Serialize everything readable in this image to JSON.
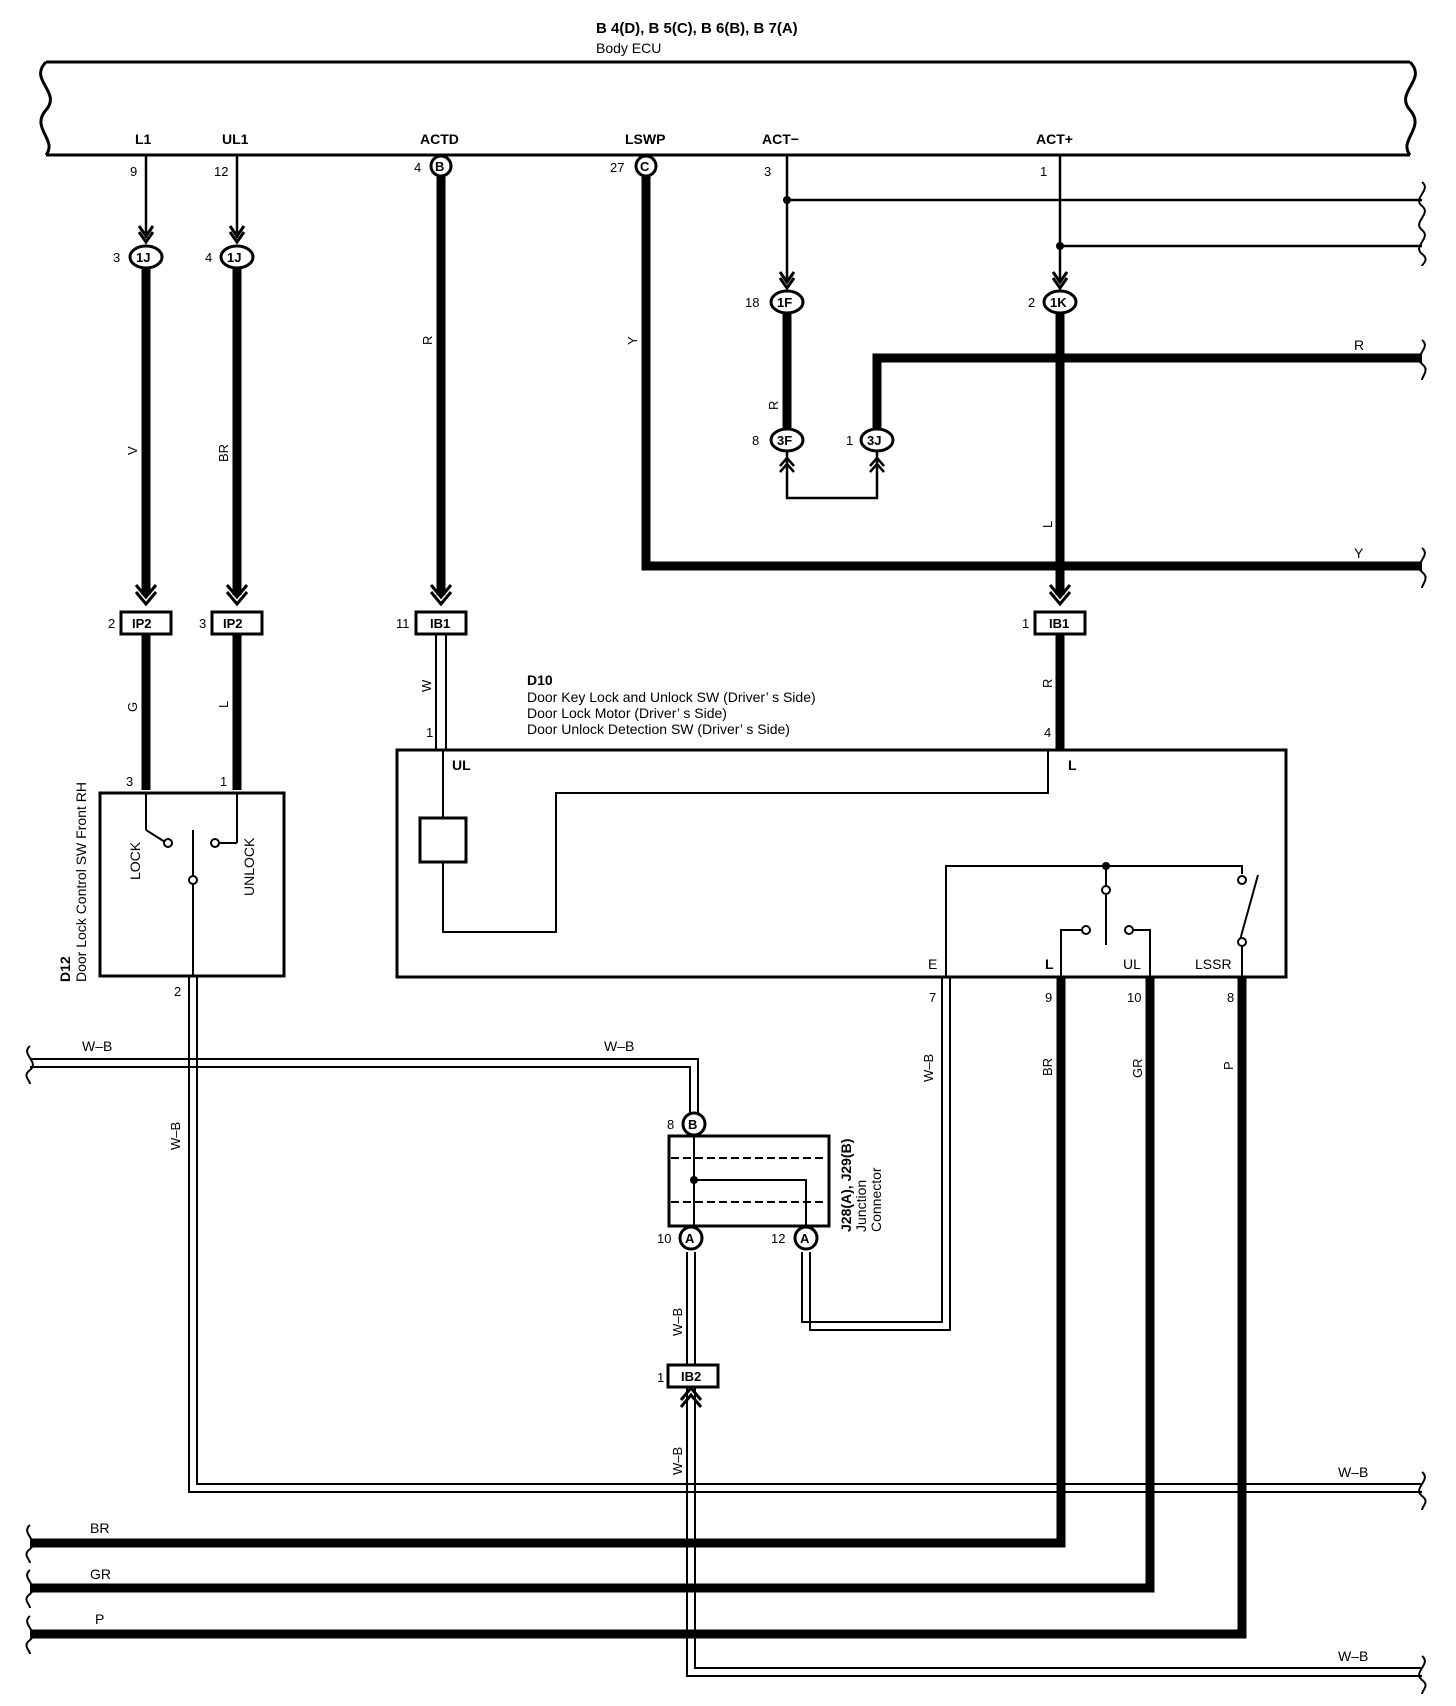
{
  "header": {
    "connector_codes": "B 4(D), B 5(C), B 6(B), B 7(A)",
    "component": "Body ECU"
  },
  "ecu_terminals": [
    {
      "name": "L1",
      "pin": "9"
    },
    {
      "name": "UL1",
      "pin": "12"
    },
    {
      "name": "ACTD",
      "pin": "4",
      "conn": "B"
    },
    {
      "name": "LSWP",
      "pin": "27",
      "conn": "C"
    },
    {
      "name": "ACT−",
      "pin": "3"
    },
    {
      "name": "ACT+",
      "pin": "1"
    }
  ],
  "junctions": {
    "j1_left": {
      "pin": "3",
      "label": "1J"
    },
    "j1_right": {
      "pin": "4",
      "label": "1J"
    },
    "j1f": {
      "pin": "18",
      "label": "1F"
    },
    "j1k": {
      "pin": "2",
      "label": "1K"
    },
    "j3f": {
      "pin": "8",
      "label": "3F"
    },
    "j3j": {
      "pin": "1",
      "label": "3J"
    }
  },
  "connectors": {
    "ip2_a": {
      "pin": "2",
      "label": "IP2"
    },
    "ip2_b": {
      "pin": "3",
      "label": "IP2"
    },
    "ib1_a": {
      "pin": "11",
      "label": "IB1"
    },
    "ib1_b": {
      "pin": "1",
      "label": "IB1"
    },
    "ib2": {
      "pin": "1",
      "label": "IB2"
    }
  },
  "wire_colors": {
    "v": "V",
    "br_upper": "BR",
    "r_actd": "R",
    "y_lswp": "Y",
    "r_mid": "R",
    "l_act": "L",
    "r_right": "R",
    "y_right": "Y",
    "g": "G",
    "l_ul": "L",
    "w": "W",
    "r_d10": "R",
    "wb_left": "W–B",
    "wb_mid": "W–B",
    "wb_d12": "W–B",
    "wb_e": "W–B",
    "br_lower": "BR",
    "gr_lower": "GR",
    "p_lower": "P",
    "wb_j": "W–B",
    "wb_ib2": "W–B",
    "wb_right1": "W–B",
    "br_bus": "BR",
    "gr_bus": "GR",
    "p_bus": "P",
    "wb_right2": "W–B"
  },
  "d12": {
    "code": "D12",
    "name": "Door Lock Control SW Front RH",
    "lock": "LOCK",
    "unlock": "UNLOCK",
    "pin_lock": "3",
    "pin_unlock": "1",
    "pin_gnd": "2"
  },
  "d10": {
    "code": "D10",
    "line1": "Door Key Lock and Unlock SW (Driver’ s Side)",
    "line2": "Door Lock Motor (Driver’ s Side)",
    "line3": "Door Unlock Detection SW (Driver’ s Side)",
    "pin_ul": "1",
    "pin_l": "4",
    "term_ul": "UL",
    "term_l": "L",
    "term_e": "E",
    "term_l2": "L",
    "term_ul2": "UL",
    "term_lssr": "LSSR",
    "pin_e": "7",
    "pin_l2": "9",
    "pin_ul2": "10",
    "pin_lssr": "8"
  },
  "junction_connector": {
    "line1": "J28(A), J29(B)",
    "line2": "Junction",
    "line3": "Connector",
    "pin_b": "8",
    "conn_b": "B",
    "pin_a1": "10",
    "conn_a1": "A",
    "pin_a2": "12",
    "conn_a2": "A"
  }
}
